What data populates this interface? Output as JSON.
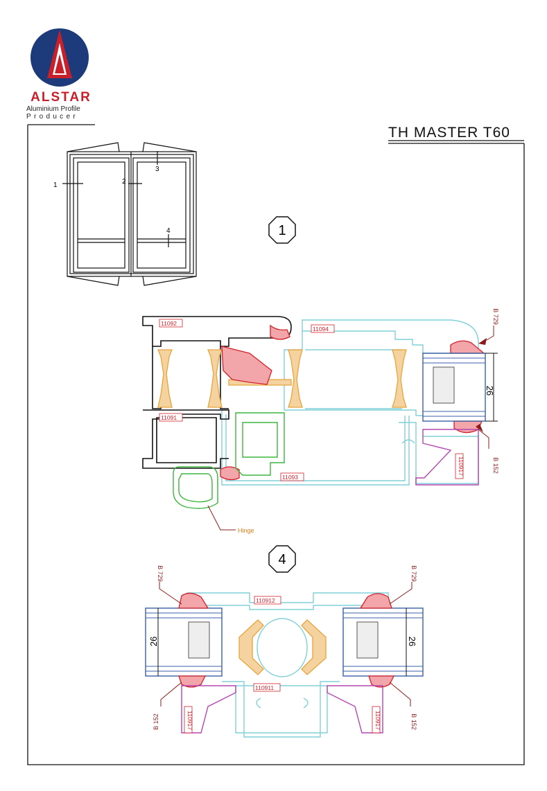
{
  "brand": {
    "name": "ALSTAR",
    "line1": "Aluminium Profile",
    "line2": "Producer",
    "colors": {
      "navy": "#1d3a7a",
      "red": "#c8202a"
    }
  },
  "title": "TH MASTER T60",
  "elevation": {
    "markers": [
      "1",
      "2",
      "3",
      "4"
    ]
  },
  "section1": {
    "number": "1",
    "profiles": [
      "11092",
      "11094",
      "11091",
      "11093",
      "110917"
    ],
    "gaskets": [
      "B 729",
      "B 152"
    ],
    "glass_thickness": "26",
    "hinge_label": "Hinge"
  },
  "section4": {
    "number": "4",
    "profiles": [
      "110912",
      "110911",
      "110917",
      "110917"
    ],
    "gaskets": [
      "B 729",
      "B 729",
      "B 152",
      "B 152"
    ],
    "glass_thickness": [
      "26",
      "26"
    ]
  },
  "palette": {
    "frame": "#111111",
    "thermal_break": "#e8a33a",
    "gasket": "#d2202a",
    "sash": "#7fd0d8",
    "bead": "#b545b0",
    "hinge": "#3bb53b",
    "glass": "#3b5fa8"
  }
}
